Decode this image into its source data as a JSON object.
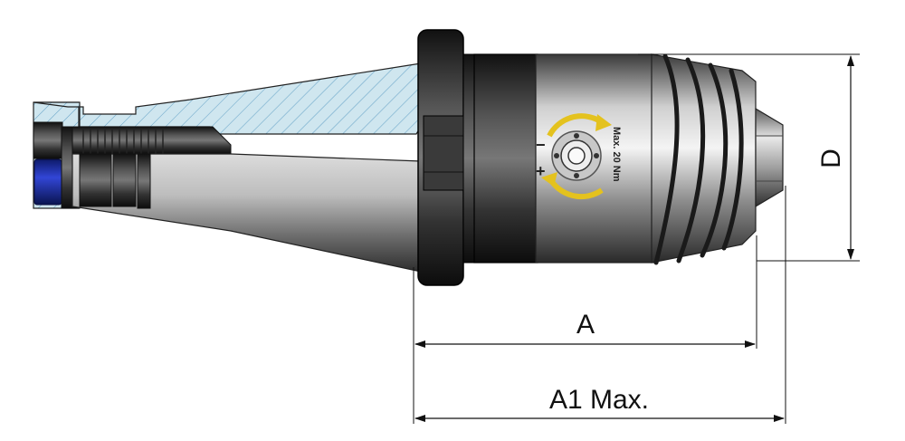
{
  "dimensions": {
    "a_label": "A",
    "a1_label": "A1 Max.",
    "d_label": "D"
  },
  "chuck": {
    "torque_label": "Max. 20 Nm",
    "minus_sign": "−",
    "plus_sign": "+"
  },
  "colors": {
    "section_fill": "#cfe6ef",
    "section_hatch": "#6aa6c9",
    "sleeve_blue": "#2536b8",
    "arrow_yellow": "#e4c21e"
  }
}
